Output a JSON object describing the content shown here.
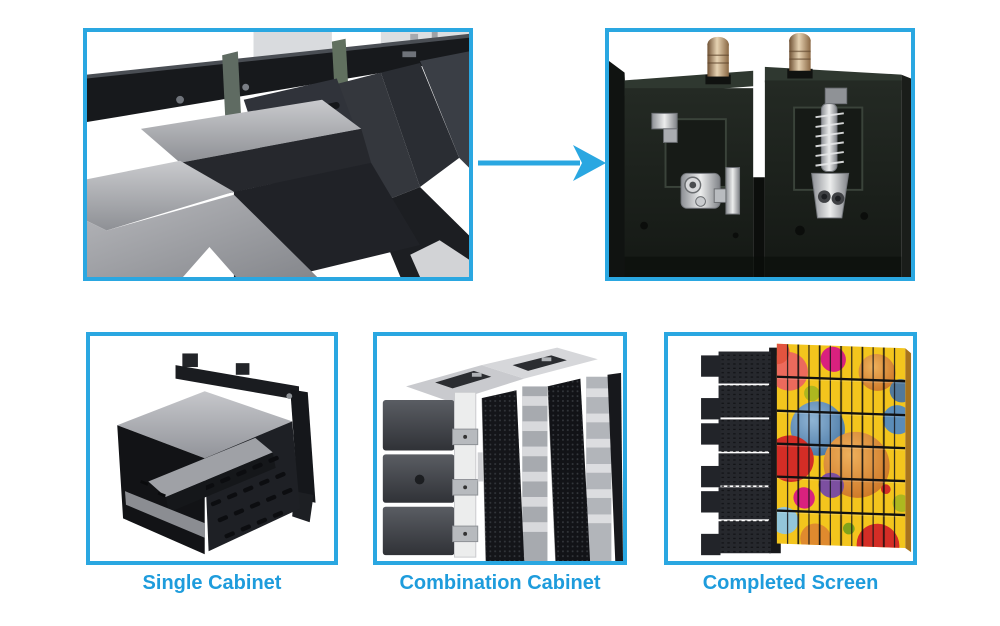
{
  "page": {
    "background_color": "#ffffff",
    "accent_color": "#2AA7E1",
    "caption_color": "#1E9CDC"
  },
  "process": {
    "before_photo_name": "cabinet-row-assembly-photo",
    "after_photo_name": "cabinet-lock-connector-closeup-photo",
    "arrow_icon": "right-arrow-icon"
  },
  "gallery": {
    "items": [
      {
        "photo_name": "single-cabinet-photo",
        "caption": "Single Cabinet"
      },
      {
        "photo_name": "combination-cabinet-photo",
        "caption": "Combination Cabinet"
      },
      {
        "photo_name": "completed-screen-photo",
        "caption": "Completed Screen"
      }
    ]
  }
}
